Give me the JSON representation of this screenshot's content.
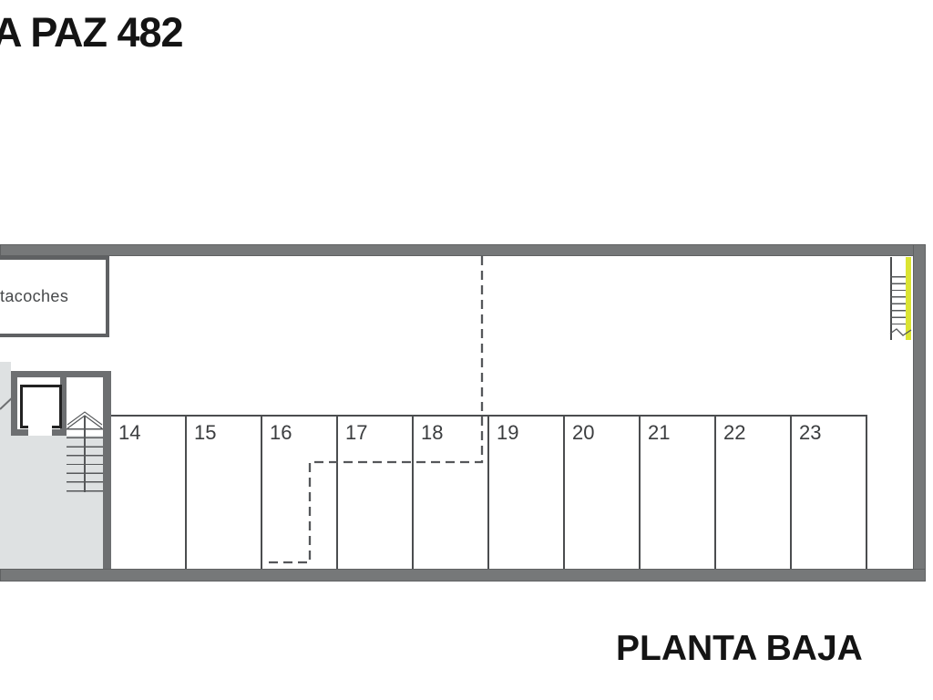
{
  "header": {
    "title": "A PAZ 482"
  },
  "footer": {
    "floor_label": "PLANTA BAJA"
  },
  "plan": {
    "carlift_room_label": "tacoches",
    "parking": {
      "spaces": [
        "14",
        "15",
        "16",
        "17",
        "18",
        "19",
        "20",
        "21",
        "22",
        "23"
      ]
    },
    "colors": {
      "wall": "#767879",
      "line": "#4b4d4f",
      "floor_gray": "#dee1e2",
      "stair_highlight": "#dbe432",
      "elevator_border": "#222222",
      "dashed_path": "#55575a",
      "background": "#ffffff",
      "text": "#141414"
    }
  }
}
